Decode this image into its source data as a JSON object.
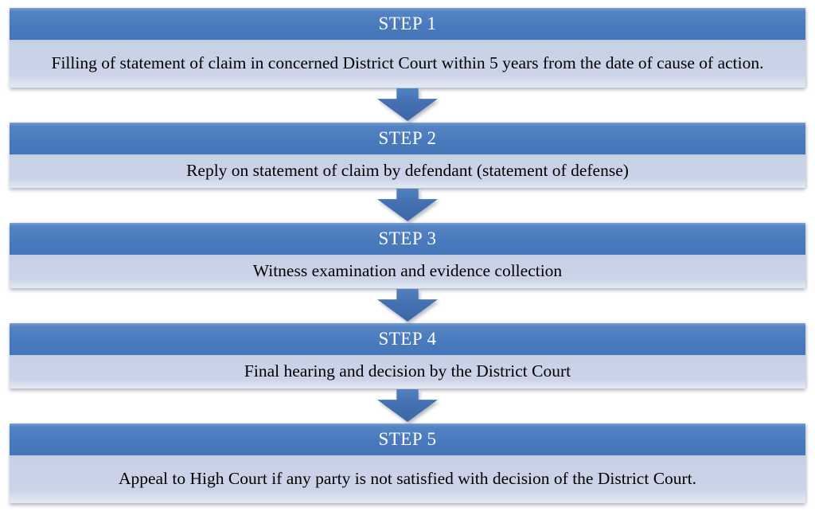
{
  "diagram": {
    "type": "process-flowchart",
    "topic": "District Court civil claim procedure",
    "steps": [
      {
        "header": "STEP 1",
        "body": "Filling of statement of claim in concerned District Court within 5 years from the date of cause of action."
      },
      {
        "header": "STEP 2",
        "body": "Reply on statement of claim by defendant (statement of defense)"
      },
      {
        "header": "STEP 3",
        "body": "Witness examination and evidence collection"
      },
      {
        "header": "STEP 4",
        "body": "Final hearing and decision by the District Court"
      },
      {
        "header": "STEP 5",
        "body": "Appeal to High Court if any party is not satisfied with decision of the District Court."
      }
    ],
    "connectors": {
      "icon": "down-arrow-icon",
      "count": 4,
      "direction": "down"
    },
    "colors": {
      "header_fill": "#4a7abe",
      "body_fill": "#cad3e7",
      "arrow_fill": "#3f6cac",
      "header_text": "#ffffff",
      "body_text": "#000000",
      "page_background": "#ffffff"
    }
  }
}
